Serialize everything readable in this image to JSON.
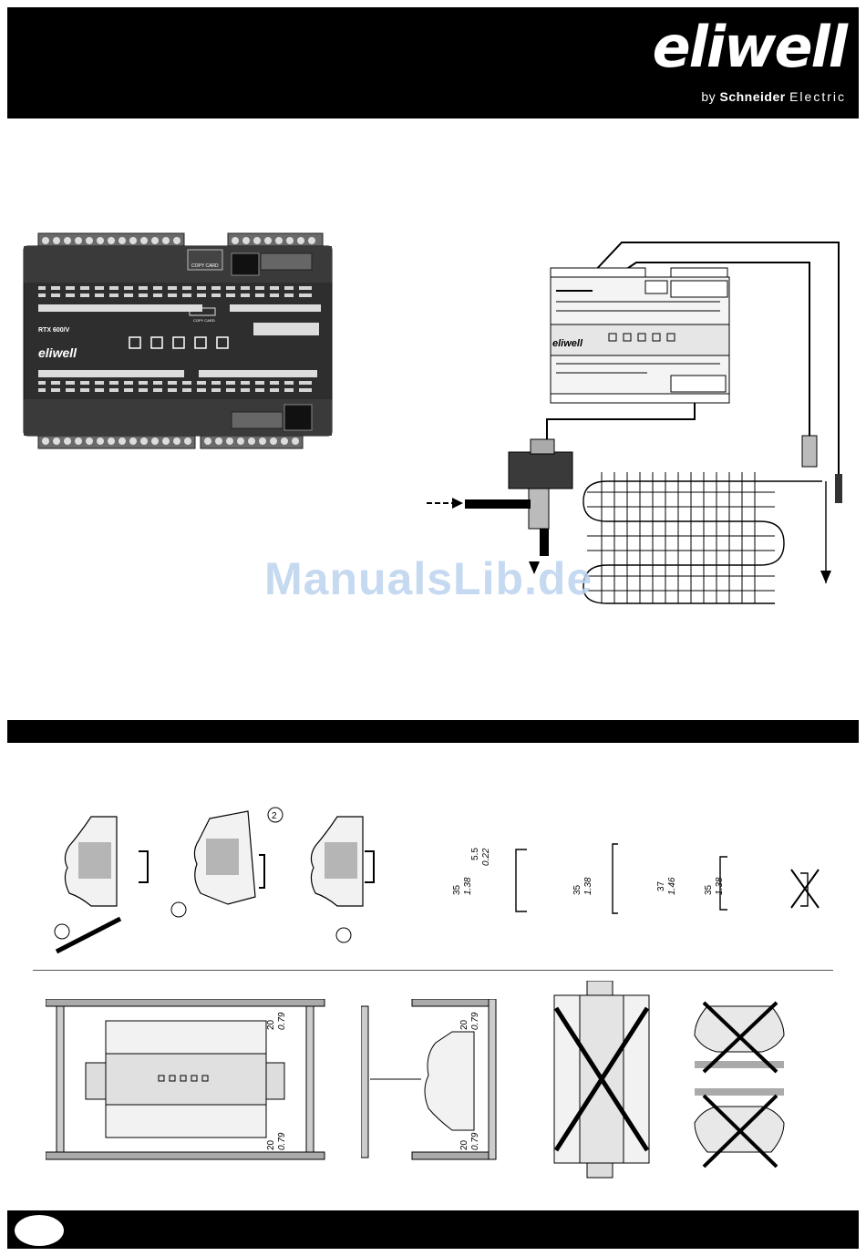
{
  "brand": {
    "logo_text": "eliwell",
    "by_prefix": "by",
    "schneider": "Schneider",
    "electric": "Electric"
  },
  "device_front": {
    "copy_card_label": "COPY CARD",
    "copy_card_label_2": "COPY CARD",
    "model": "RTX 600/V",
    "logo": "eliwell"
  },
  "wiring_diagram": {
    "controller_logo": "eliwell",
    "watermark": "ManualsLib.de"
  },
  "din_rail": {
    "profile1": {
      "height_mm": "35",
      "height_in": "1.38",
      "lip_mm": "5.5",
      "lip_in": "0.22"
    },
    "profile2": {
      "height_mm": "35",
      "height_in": "1.38",
      "inner_mm": "37",
      "inner_in": "1.46"
    },
    "profile3": {
      "height_mm": "35",
      "height_in": "1.38"
    }
  },
  "clearance": {
    "top_mm": "20",
    "top_in": "0.79",
    "bottom_mm": "20",
    "bottom_in": "0.79",
    "side_top_mm": "20",
    "side_top_in": "0.79",
    "side_bottom_mm": "20",
    "side_bottom_in": "0.79"
  },
  "mount_steps": {
    "step2": "2"
  }
}
